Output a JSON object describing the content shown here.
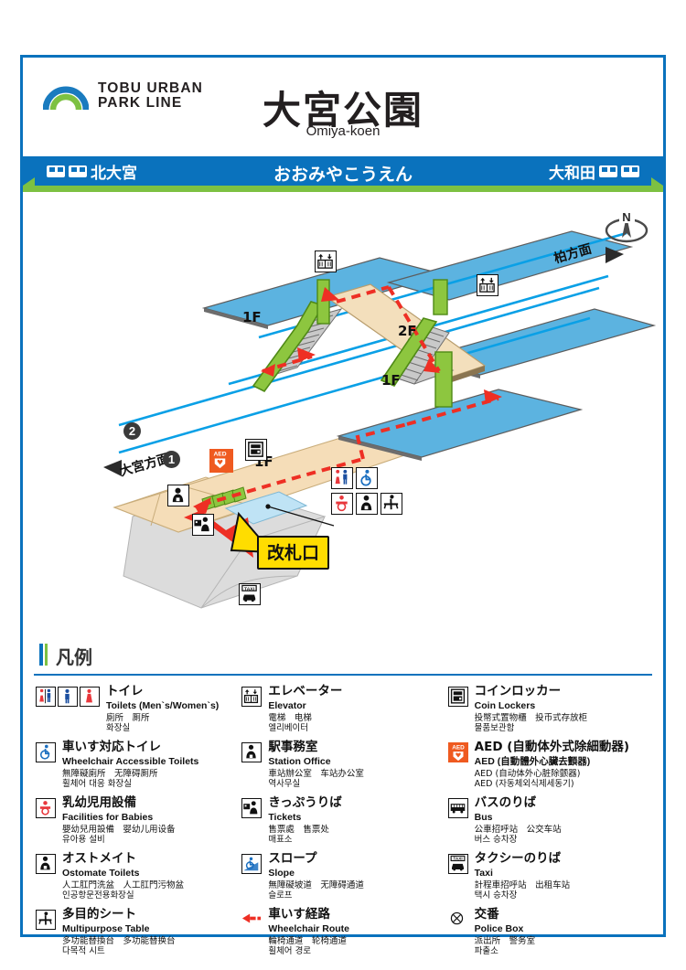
{
  "brand": {
    "line_name_line1": "TOBU URBAN",
    "line_name_line2": "PARK LINE",
    "logo_outer_color": "#1a7bbf",
    "logo_inner_color": "#7dc142",
    "accent_blue": "#0a72bd",
    "accent_green": "#7dc142"
  },
  "header": {
    "station_jp": "大宮公園",
    "station_en": "Omiya-koen",
    "station_kana": "おおみやこうえん",
    "prev_station": "北大宮",
    "next_station": "大和田"
  },
  "map": {
    "compass_label": "N",
    "direction_left": "大宮方面",
    "direction_right": "柏方面",
    "platform_1": "1",
    "platform_2": "2",
    "floor_labels": [
      "1F",
      "2F",
      "1F",
      "1F"
    ],
    "gate_label": "改札口",
    "wheelchair_route_color": "#ee2f24",
    "platform_color": "#5cb3e0",
    "concourse_color": "#f5ddb8",
    "bridge_color": "#f3dfbc",
    "escalator_color": "#8dc63f",
    "ground_color": "#dcdcdc",
    "track_color": "#0aa0e6"
  },
  "legend": {
    "title": "凡例",
    "columns": [
      [
        {
          "icons": [
            "toilets-mixed",
            "toilets-men",
            "toilets-women"
          ],
          "jp": "トイレ",
          "en": "Toilets (Men`s/Women`s)",
          "cn": "廁所　厠所",
          "kr": "화장실"
        },
        {
          "icons": [
            "wheelchair-toilet"
          ],
          "jp": "車いす対応トイレ",
          "en": "Wheelchair Accessible Toilets",
          "cn": "無障礙廁所　无障碍厠所",
          "kr": "휠체어 대응 화장실"
        },
        {
          "icons": [
            "baby-facility"
          ],
          "jp": "乳幼児用設備",
          "en": "Facilities for Babies",
          "cn": "嬰幼兒用設備　婴幼儿用设备",
          "kr": "유아용 설비"
        },
        {
          "icons": [
            "ostomate"
          ],
          "jp": "オストメイト",
          "en": "Ostomate Toilets",
          "cn": "人工肛門洗盆　人工肛門污物盆",
          "kr": "인공항문전용화장실"
        },
        {
          "icons": [
            "multipurpose-table"
          ],
          "jp": "多目的シート",
          "en": "Multipurpose Table",
          "cn": "多功能替換台　多功能替换台",
          "kr": "다목적 시트"
        }
      ],
      [
        {
          "icons": [
            "elevator"
          ],
          "jp": "エレベーター",
          "en": "Elevator",
          "cn": "電梯　电梯",
          "kr": "엘리베이터"
        },
        {
          "icons": [
            "station-office"
          ],
          "jp": "駅事務室",
          "en": "Station Office",
          "cn": "車站辦公室　车站办公室",
          "kr": "역사무실"
        },
        {
          "icons": [
            "tickets"
          ],
          "jp": "きっぷうりば",
          "en": "Tickets",
          "cn": "售票處　售票处",
          "kr": "매표소"
        },
        {
          "icons": [
            "slope"
          ],
          "jp": "スロープ",
          "en": "Slope",
          "cn": "無障礙坡道　无障碍通道",
          "kr": "슬로프"
        },
        {
          "icons": [
            "wheelchair-route-arrow"
          ],
          "jp": "車いす経路",
          "en": "Wheelchair Route",
          "cn": "輪椅通道　轮椅通道",
          "kr": "휠체어 경로"
        }
      ],
      [
        {
          "icons": [
            "coin-locker"
          ],
          "jp": "コインロッカー",
          "en": "Coin Lockers",
          "cn": "投幣式置物櫃　投币式存放柜",
          "kr": "물품보관함"
        },
        {
          "icons": [
            "aed"
          ],
          "jp": "AED (自動体外式除細動器)",
          "en": "AED (自動體外心臟去顫器)",
          "cn": "AED (自动体外心脏除颤器)",
          "kr": "AED (자동체외식제세동기)"
        },
        {
          "icons": [
            "bus"
          ],
          "jp": "バスのりば",
          "en": "Bus",
          "cn": "公車招呼站　公交车站",
          "kr": "버스 승차장"
        },
        {
          "icons": [
            "taxi"
          ],
          "jp": "タクシーのりば",
          "en": "Taxi",
          "cn": "計程車招呼站　出租车站",
          "kr": "택시 승차장"
        },
        {
          "icons": [
            "police-box"
          ],
          "jp": "交番",
          "en": "Police Box",
          "cn": "派出所　警务室",
          "kr": "파출소"
        }
      ]
    ]
  }
}
